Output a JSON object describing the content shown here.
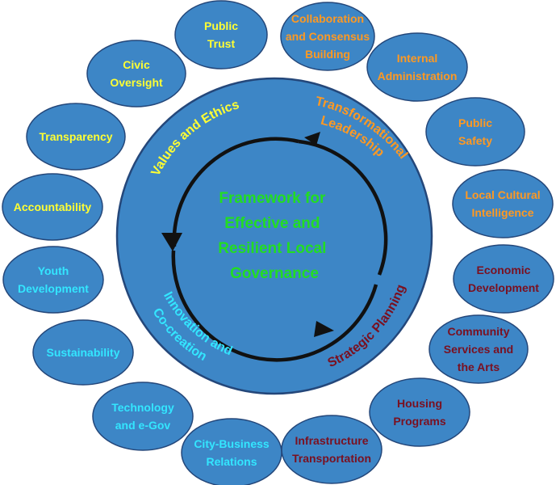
{
  "center": {
    "lines": [
      "Framework for",
      "Effective and",
      "Resilient Local",
      "Governance"
    ],
    "color": "#22dd22"
  },
  "quadrants": [
    {
      "id": "values",
      "text": "Values and Ethics",
      "color": "#ffff33"
    },
    {
      "id": "leadership",
      "lines": [
        "Transformational",
        "Leadership"
      ],
      "color": "#ff9922"
    },
    {
      "id": "strategic",
      "text": "Strategic Planning",
      "color": "#7a1020"
    },
    {
      "id": "innovation",
      "lines": [
        "Innovation and",
        "Co-creation"
      ],
      "color": "#33e6ff"
    }
  ],
  "nodes": [
    {
      "id": "public-trust",
      "lines": [
        "Public",
        "Trust"
      ],
      "color": "#ffff33"
    },
    {
      "id": "collaboration",
      "lines": [
        "Collaboration",
        "and Consensus",
        "Building"
      ],
      "color": "#ff9922"
    },
    {
      "id": "internal-admin",
      "lines": [
        "Internal",
        "Administration"
      ],
      "color": "#ff9922"
    },
    {
      "id": "public-safety",
      "lines": [
        "Public",
        "Safety"
      ],
      "color": "#ff9922"
    },
    {
      "id": "local-cultural",
      "lines": [
        "Local Cultural",
        "Intelligence"
      ],
      "color": "#ff9922"
    },
    {
      "id": "economic-dev",
      "lines": [
        "Economic",
        "Development"
      ],
      "color": "#7a1020"
    },
    {
      "id": "community-services",
      "lines": [
        "Community",
        "Services and",
        "the Arts"
      ],
      "color": "#7a1020"
    },
    {
      "id": "housing",
      "lines": [
        "Housing",
        "Programs"
      ],
      "color": "#7a1020"
    },
    {
      "id": "infrastructure",
      "lines": [
        "Infrastructure",
        "Transportation"
      ],
      "color": "#7a1020"
    },
    {
      "id": "city-business",
      "lines": [
        "City-Business",
        "Relations"
      ],
      "color": "#33e6ff"
    },
    {
      "id": "technology",
      "lines": [
        "Technology",
        "and e-Gov"
      ],
      "color": "#33e6ff"
    },
    {
      "id": "sustainability",
      "lines": [
        "Sustainability"
      ],
      "color": "#33e6ff"
    },
    {
      "id": "youth-dev",
      "lines": [
        "Youth",
        "Development"
      ],
      "color": "#33e6ff"
    },
    {
      "id": "accountability",
      "lines": [
        "Accountability"
      ],
      "color": "#ffff33"
    },
    {
      "id": "transparency",
      "lines": [
        "Transparency"
      ],
      "color": "#ffff33"
    },
    {
      "id": "civic-oversight",
      "lines": [
        "Civic",
        "Oversight"
      ],
      "color": "#ffff33"
    }
  ],
  "colors": {
    "fill": "#3d86c6",
    "stroke": "#24477a",
    "arrow": "#111111"
  }
}
